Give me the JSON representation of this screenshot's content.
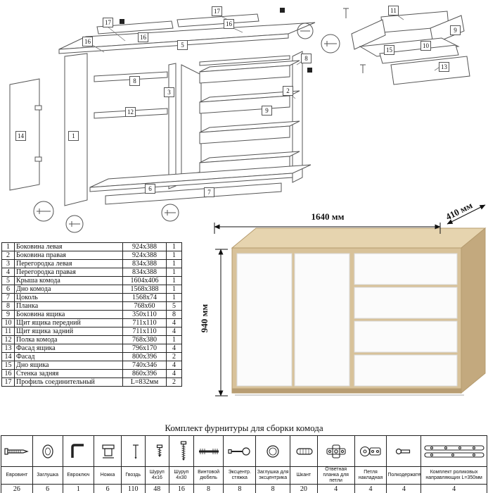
{
  "diagram": {
    "callouts": [
      "17",
      "16",
      "16",
      "5",
      "16",
      "17",
      "8",
      "3",
      "12",
      "14",
      "1",
      "2",
      "8",
      "9",
      "6",
      "7",
      "11",
      "9",
      "15",
      "10",
      "13"
    ]
  },
  "render": {
    "width_label": "1640 мм",
    "depth_label": "410 мм",
    "height_label": "940 мм"
  },
  "parts_table": {
    "rows": [
      {
        "num": "1",
        "name": "Боковина левая",
        "size": "924x388",
        "qty": "1"
      },
      {
        "num": "2",
        "name": "Боковина правая",
        "size": "924x388",
        "qty": "1"
      },
      {
        "num": "3",
        "name": "Перегородка левая",
        "size": "834x388",
        "qty": "1"
      },
      {
        "num": "4",
        "name": "Перегородка правая",
        "size": "834x388",
        "qty": "1"
      },
      {
        "num": "5",
        "name": "Крыша комода",
        "size": "1604x406",
        "qty": "1"
      },
      {
        "num": "6",
        "name": "Дно комода",
        "size": "1568x388",
        "qty": "1"
      },
      {
        "num": "7",
        "name": "Цоколь",
        "size": "1568x74",
        "qty": "1"
      },
      {
        "num": "8",
        "name": "Планка",
        "size": "768x60",
        "qty": "5"
      },
      {
        "num": "9",
        "name": "Боковина ящика",
        "size": "350x110",
        "qty": "8"
      },
      {
        "num": "10",
        "name": "Щит ящика передний",
        "size": "711x110",
        "qty": "4"
      },
      {
        "num": "11",
        "name": "Щит ящика задний",
        "size": "711x110",
        "qty": "4"
      },
      {
        "num": "12",
        "name": "Полка комода",
        "size": "768x380",
        "qty": "1"
      },
      {
        "num": "13",
        "name": "Фасад ящика",
        "size": "796x170",
        "qty": "4"
      },
      {
        "num": "14",
        "name": "Фасад",
        "size": "800x396",
        "qty": "2"
      },
      {
        "num": "15",
        "name": "Дно ящика",
        "size": "740x346",
        "qty": "4"
      },
      {
        "num": "16",
        "name": "Стенка задняя",
        "size": "860x396",
        "qty": "4"
      },
      {
        "num": "17",
        "name": "Профиль соединительный",
        "size": "L=832мм",
        "qty": "2"
      }
    ]
  },
  "hardware": {
    "title": "Комплект фурнитуры для сборки комода",
    "items": [
      {
        "name": "Евровинт",
        "qty": "26"
      },
      {
        "name": "Заглушка",
        "qty": "6"
      },
      {
        "name": "Евроключ",
        "qty": "1"
      },
      {
        "name": "Ножка",
        "qty": "6"
      },
      {
        "name": "Гвоздь",
        "qty": "110"
      },
      {
        "name": "Шуруп 4х16",
        "qty": "48"
      },
      {
        "name": "Шуруп 4х30",
        "qty": "16"
      },
      {
        "name": "Винтовой дюбель",
        "qty": "8"
      },
      {
        "name": "Эксцентр. стяжка",
        "qty": "8"
      },
      {
        "name": "Заглушка для эксцентрика",
        "qty": "8"
      },
      {
        "name": "Шкант",
        "qty": "20"
      },
      {
        "name": "Ответная планка для петли",
        "qty": "4"
      },
      {
        "name": "Петля накладная",
        "qty": "4"
      },
      {
        "name": "Полкодержатель",
        "qty": "4"
      },
      {
        "name": "Комплект роликовых направляющих L=350мм",
        "qty": "4"
      }
    ]
  }
}
